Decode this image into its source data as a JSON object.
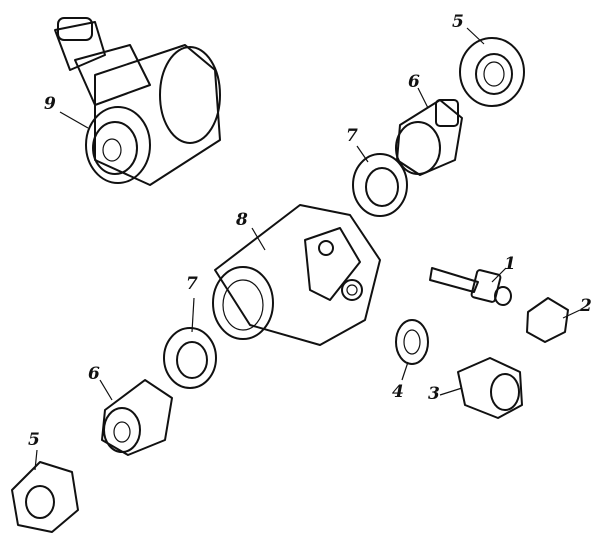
{
  "callouts": {
    "p1": "1",
    "p2": "2",
    "p3": "3",
    "p4": "4",
    "p5_top": "5",
    "p5_bottom": "5",
    "p6_top": "6",
    "p6_bottom": "6",
    "p7_top": "7",
    "p7_bottom": "7",
    "p8": "8",
    "p9": "9"
  },
  "colors": {
    "ink": "#111111",
    "paper": "#ffffff"
  }
}
